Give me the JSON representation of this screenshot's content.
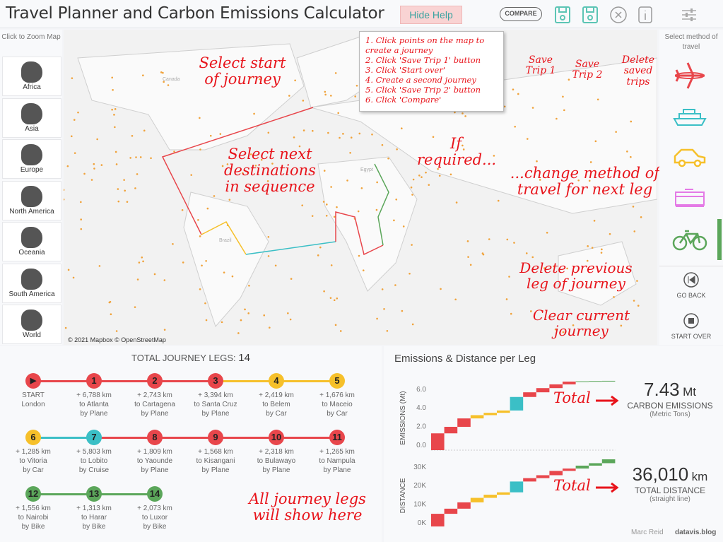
{
  "header": {
    "title": "Travel Planner and Carbon Emissions Calculator",
    "hide_help": "Hide Help",
    "compare": "COMPARE",
    "icons": [
      "save-trip-1-icon",
      "save-trip-2-icon",
      "delete-saved-icon",
      "info-icon",
      "settings-sliders-icon"
    ]
  },
  "left_sidebar": {
    "header": "Click to Zoom Map",
    "regions": [
      "Africa",
      "Asia",
      "Europe",
      "North America",
      "Oceania",
      "South America",
      "World"
    ]
  },
  "right_sidebar": {
    "header": "Select method of travel",
    "modes": [
      {
        "name": "plane",
        "color": "#e8464b"
      },
      {
        "name": "cruise",
        "color": "#3bbfc6"
      },
      {
        "name": "car",
        "color": "#f6c02a"
      },
      {
        "name": "train",
        "color": "#e47ae6"
      },
      {
        "name": "bike",
        "color": "#5ba65a",
        "selected": true
      }
    ],
    "go_back": "GO BACK",
    "start_over": "START OVER"
  },
  "map": {
    "attribution": "© 2021 Mapbox © OpenStreetMap",
    "labels": [
      "Canada",
      "Brazil",
      "Egypt"
    ]
  },
  "help": {
    "steps": [
      "1. Click points on the map to create a journey",
      "2. Click 'Save Trip 1' button",
      "3. Click 'Start over'",
      "4. Create a second journey",
      "5. Click 'Save Trip 2' button",
      "6. Click 'Compare'"
    ]
  },
  "annotations": {
    "select_start": "Select start of journey",
    "select_next": "Select next destinations in sequence",
    "if_required": "If required...",
    "change_method": "...change method of travel for next leg",
    "save1": "Save Trip 1",
    "save2": "Save Trip 2",
    "delete": "Delete saved trips",
    "delete_prev": "Delete previous leg of journey",
    "clear": "Clear current journey",
    "all_legs": "All journey legs will show here",
    "total1": "Total",
    "total2": "Total"
  },
  "journey": {
    "title": "TOTAL JOURNEY LEGS:",
    "count": "14",
    "start": {
      "label": "START",
      "city": "London"
    },
    "legs": [
      {
        "n": "1",
        "km": "+ 6,788 km",
        "to": "to Atlanta",
        "by": "by Plane",
        "mode": "plane"
      },
      {
        "n": "2",
        "km": "+ 2,743 km",
        "to": "to Cartagena",
        "by": "by Plane",
        "mode": "plane"
      },
      {
        "n": "3",
        "km": "+ 3,394 km",
        "to": "to Santa Cruz",
        "by": "by Plane",
        "mode": "plane"
      },
      {
        "n": "4",
        "km": "+ 2,419 km",
        "to": "to Belem",
        "by": "by Car",
        "mode": "car"
      },
      {
        "n": "5",
        "km": "+ 1,676 km",
        "to": "to Maceio",
        "by": "by Car",
        "mode": "car"
      },
      {
        "n": "6",
        "km": "+ 1,285 km",
        "to": "to Vitoria",
        "by": "by Car",
        "mode": "car"
      },
      {
        "n": "7",
        "km": "+ 5,803 km",
        "to": "to Lobito",
        "by": "by Cruise",
        "mode": "cruise"
      },
      {
        "n": "8",
        "km": "+ 1,809 km",
        "to": "to Yaounde",
        "by": "by Plane",
        "mode": "plane"
      },
      {
        "n": "9",
        "km": "+ 1,568 km",
        "to": "to Kisangani",
        "by": "by Plane",
        "mode": "plane"
      },
      {
        "n": "10",
        "km": "+ 2,318 km",
        "to": "to Bulawayo",
        "by": "by Plane",
        "mode": "plane"
      },
      {
        "n": "11",
        "km": "+ 1,265 km",
        "to": "to Nampula",
        "by": "by Plane",
        "mode": "plane"
      },
      {
        "n": "12",
        "km": "+ 1,556 km",
        "to": "to Nairobi",
        "by": "by Bike",
        "mode": "bike"
      },
      {
        "n": "13",
        "km": "+ 1,313 km",
        "to": "to Harar",
        "by": "by Bike",
        "mode": "bike"
      },
      {
        "n": "14",
        "km": "+ 2,073 km",
        "to": "to Luxor",
        "by": "by Bike",
        "mode": "bike"
      }
    ]
  },
  "chart_data": {
    "type": "bar",
    "title": "Emissions & Distance per Leg",
    "categories": [
      "1",
      "2",
      "3",
      "4",
      "5",
      "6",
      "7",
      "8",
      "9",
      "10",
      "11",
      "12",
      "13",
      "14"
    ],
    "modes": [
      "plane",
      "plane",
      "plane",
      "car",
      "car",
      "car",
      "cruise",
      "plane",
      "plane",
      "plane",
      "plane",
      "bike",
      "bike",
      "bike"
    ],
    "series": [
      {
        "name": "EMISSIONS (Mt)",
        "values": [
          1.8,
          0.7,
          0.9,
          0.35,
          0.25,
          0.25,
          1.45,
          0.5,
          0.45,
          0.4,
          0.3,
          0.03,
          0.03,
          0.02
        ],
        "ticks": [
          "0.0",
          "2.0",
          "4.0",
          "6.0"
        ],
        "ylim": [
          0,
          7.5
        ]
      },
      {
        "name": "DISTANCE",
        "values": [
          6788,
          2743,
          3394,
          2419,
          1676,
          1285,
          5803,
          1809,
          1568,
          2318,
          1265,
          1556,
          1313,
          2073
        ],
        "ticks": [
          "0K",
          "10K",
          "20K",
          "30K"
        ],
        "ylim": [
          0,
          36010
        ]
      }
    ]
  },
  "totals": {
    "emissions": "7.43",
    "emissions_unit": "Mt",
    "emissions_label": "CARBON EMISSIONS",
    "emissions_sub": "(Metric Tons)",
    "distance": "36,010",
    "distance_unit": "km",
    "distance_label": "TOTAL DISTANCE",
    "distance_sub": "(straight line)"
  },
  "credits": {
    "author": "Marc Reid",
    "site": "datavis.blog"
  }
}
